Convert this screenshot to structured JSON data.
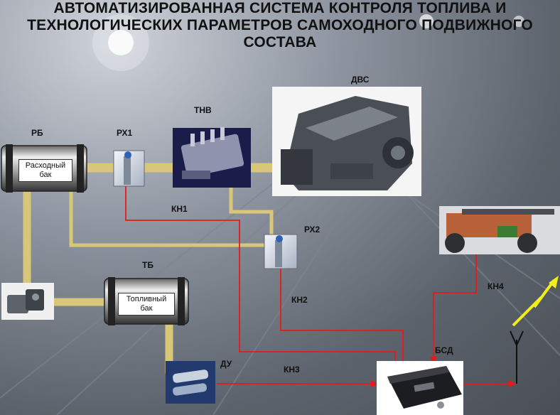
{
  "title": {
    "line1": "АВТОМАТИЗИРОВАННАЯ СИСТЕМА  КОНТРОЛЯ ТОПЛИВА И",
    "line2": "ТЕХНОЛОГИЧЕСКИХ ПАРАМЕТРОВ САМОХОДНОГО ПОДВИЖНОГО",
    "line3": "СОСТАВА"
  },
  "labels": {
    "dvs": "ДВС",
    "tnv": "ТНВ",
    "rb": "РБ",
    "rh1": "РХ1",
    "rh2": "РХ2",
    "tb": "ТБ",
    "du": "ДУ",
    "bsd": "БСД",
    "kn1": "КН1",
    "kn2": "КН2",
    "kn3": "КН3",
    "kn4": "КН4"
  },
  "tanks": {
    "rb_line1": "Расходный",
    "rb_line2": "бак",
    "tb_line1": "Топливный",
    "tb_line2": "бак"
  },
  "colors": {
    "fuel_pipe": "#d9c779",
    "signal_wire": "#e8191c",
    "wireless": "#f2ee1c"
  }
}
